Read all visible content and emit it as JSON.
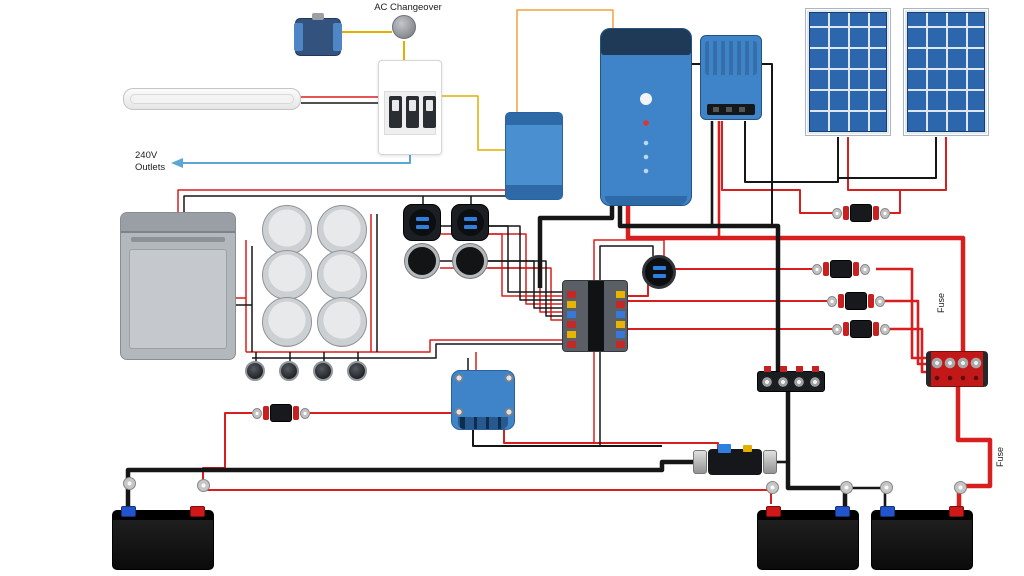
{
  "labels": {
    "ac_changeover": "AC Changeover",
    "outlets_line1": "240V",
    "outlets_line2": "Outlets",
    "fuse_upper": "Fuse",
    "fuse_lower": "Fuse"
  },
  "colors": {
    "wire_red": "#d81f1f",
    "wire_black": "#161616",
    "wire_yellow": "#e2ae00",
    "wire_orange": "#f0a23c",
    "wire_blue": "#5aa7d6",
    "victron_blue": "#3f84c9",
    "solar_cell_blue": "#2c66ad",
    "busbar_red": "#c21818",
    "fuse_red": "#c62828",
    "fuse_yellow": "#e8b400",
    "fuse_blue": "#3a78d8"
  }
}
